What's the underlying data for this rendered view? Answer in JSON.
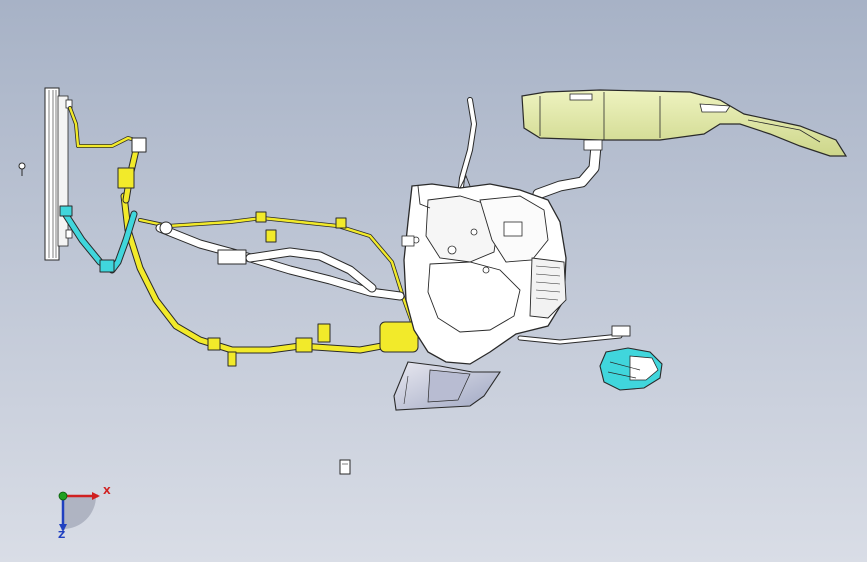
{
  "window": {
    "background_top": "#a7b2c6",
    "background_bottom": "#d9dde6"
  },
  "colors": {
    "yellow_harness": "#f2ea2a",
    "cyan_part": "#40d6dc",
    "pale_yellow_part": "#e4ec9c",
    "white_part": "#ffffff",
    "outline": "#2a2a2a",
    "axis_x": "#d02020",
    "axis_y": "#20a020",
    "axis_z": "#2040c0"
  },
  "triad": {
    "x_label": "X",
    "z_label": "Z",
    "icon": "coordinate-triad-icon"
  },
  "parts": [
    "condenser-radiator",
    "yellow-wiring-harness",
    "cyan-pipe",
    "white-hvac-pipes",
    "hvac-module-assembly",
    "pale-yellow-duct",
    "cyan-blower-unit",
    "lower-air-duct",
    "small-clip"
  ]
}
